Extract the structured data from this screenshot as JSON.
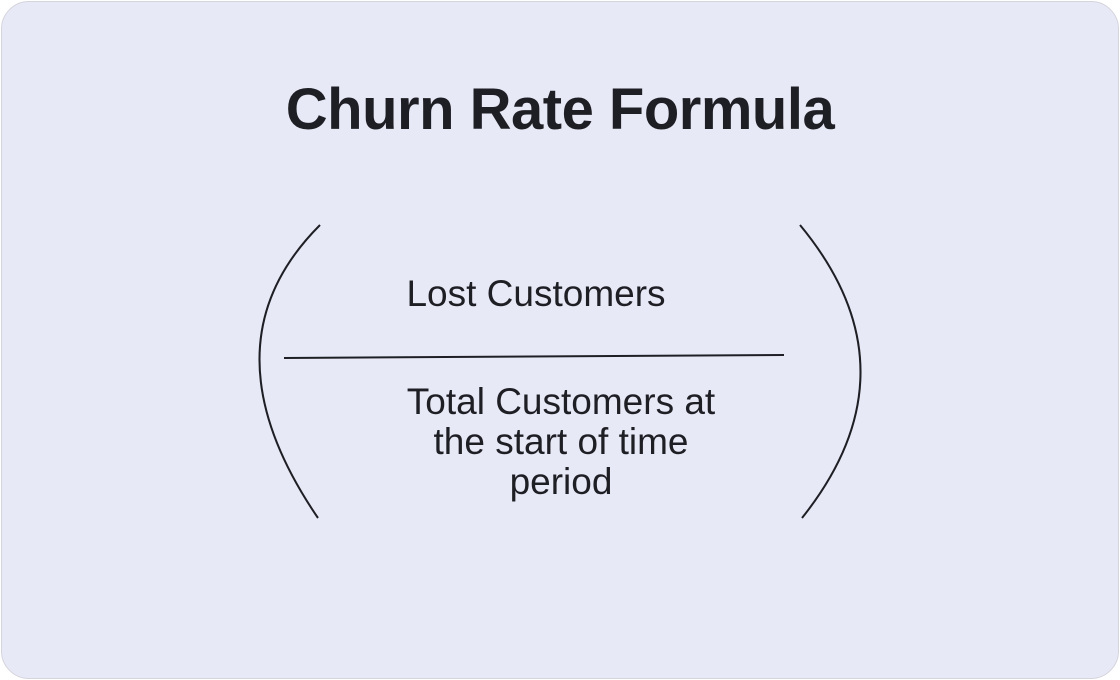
{
  "title": "Churn Rate Formula",
  "formula": {
    "numerator": "Lost Customers",
    "denominator_lines": [
      "Total Customers at",
      "the start of time",
      "period"
    ]
  },
  "colors": {
    "background": "#e8e9f7",
    "border": "#d4d4dc",
    "text": "#1e1f24"
  }
}
